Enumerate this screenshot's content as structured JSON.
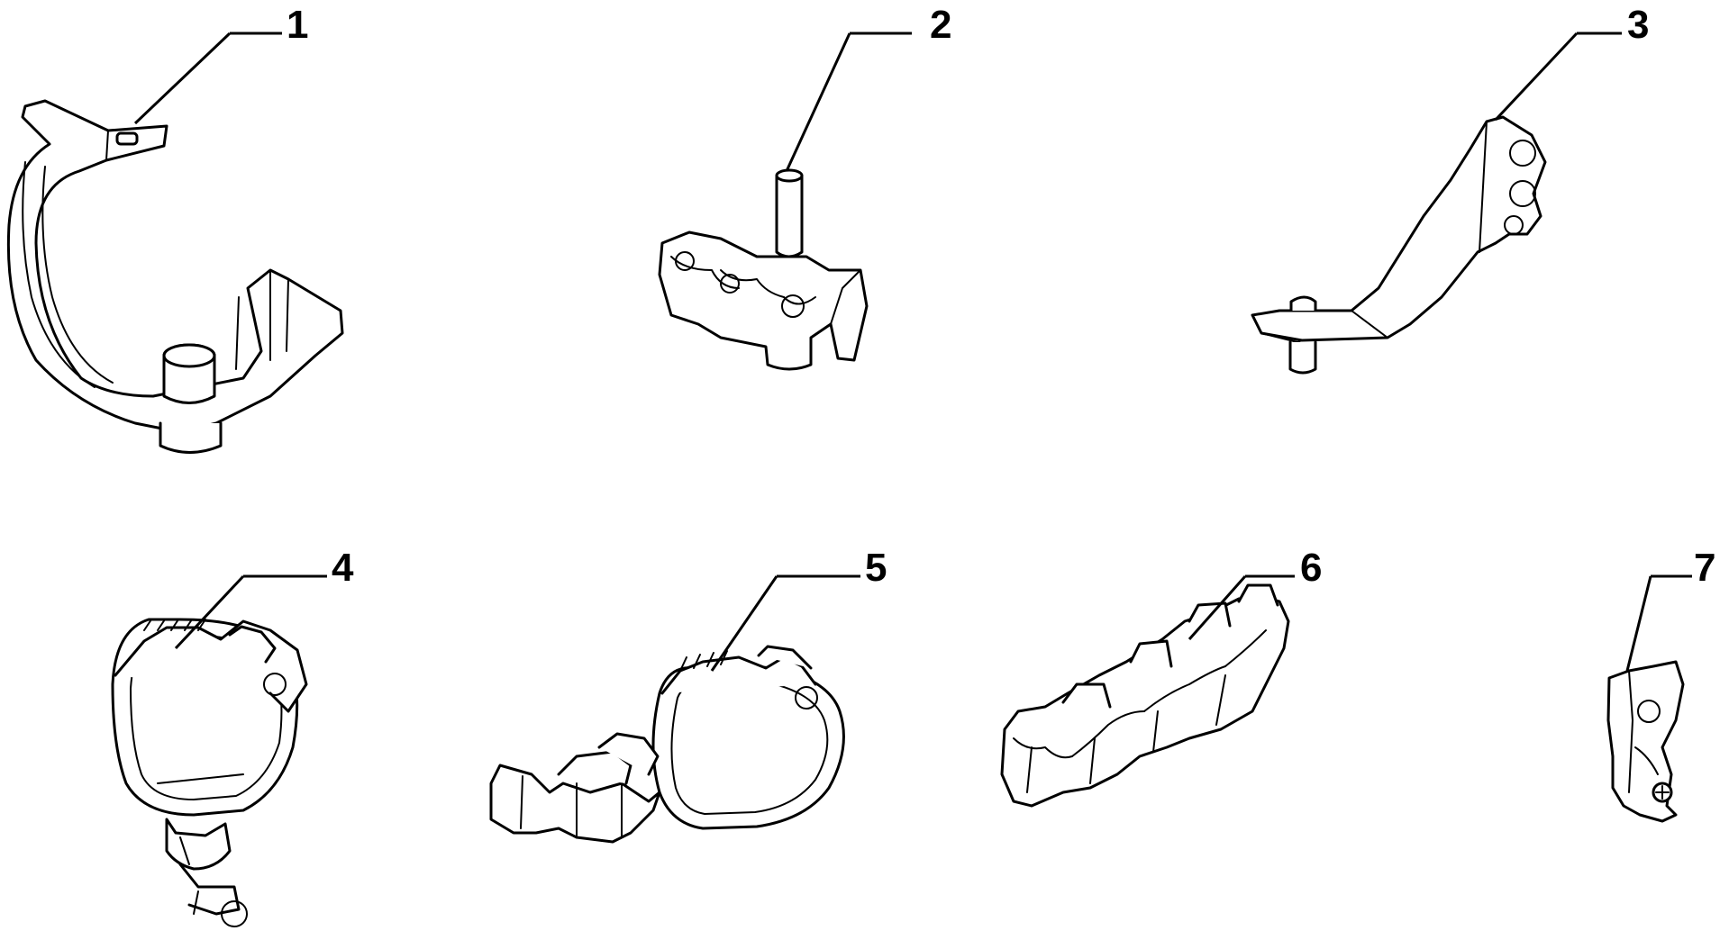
{
  "diagram": {
    "parts": [
      {
        "number": "1"
      },
      {
        "number": "2"
      },
      {
        "number": "3"
      },
      {
        "number": "4"
      },
      {
        "number": "5"
      },
      {
        "number": "6"
      },
      {
        "number": "7"
      }
    ]
  }
}
